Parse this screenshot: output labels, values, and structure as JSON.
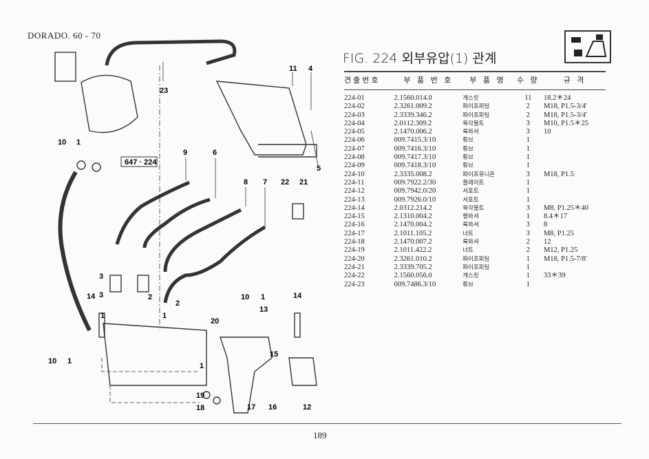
{
  "header": {
    "model": "DORADO. 60 - 70",
    "figure_title": "FIG. 224 외부유압(1) 관계"
  },
  "table": {
    "columns": [
      "견출번호",
      "부 품 번 호",
      "부 품 명",
      "수 량",
      "규  격"
    ],
    "rows": [
      [
        "224-01",
        "2.1560.014.0",
        "개스킷",
        "11",
        "18.2＊24"
      ],
      [
        "224-02",
        "2.3261.009.2",
        "파이프피팅",
        "2",
        "M18, P1.5-3/4'"
      ],
      [
        "224-03",
        "2.3339.346.2",
        "파이프피팅",
        "2",
        "M18, P1.5-3/4'"
      ],
      [
        "224-04",
        "2.0112.309.2",
        "육각볼트",
        "3",
        "M10, P1.5＊25"
      ],
      [
        "224-05",
        "2.1470.006.2",
        "록와셔",
        "3",
        "10"
      ],
      [
        "224-06",
        "009.7415.3/10",
        "튜브",
        "1",
        ""
      ],
      [
        "224-07",
        "009.7416.3/10",
        "튜브",
        "1",
        ""
      ],
      [
        "224-08",
        "009.7417.3/10",
        "튜브",
        "1",
        ""
      ],
      [
        "224-09",
        "009.7418.3/10",
        "튜브",
        "1",
        ""
      ],
      [
        "224-10",
        "2.3335.008.2",
        "파이프유니온",
        "3",
        "M18, P1.5"
      ],
      [
        "224-11",
        "009.7922.2/30",
        "플레이트",
        "1",
        ""
      ],
      [
        "224-12",
        "009.7942.0/20",
        "서포트",
        "1",
        ""
      ],
      [
        "224-13",
        "009.7926.0/10",
        "서포트",
        "1",
        ""
      ],
      [
        "224-14",
        "2.0312.214.2",
        "육각볼트",
        "3",
        "M8, P1.25＊40"
      ],
      [
        "224-15",
        "2.1310.004.2",
        "평와셔",
        "1",
        "8.4＊17"
      ],
      [
        "224-16",
        "2.1470.004.2",
        "록와셔",
        "3",
        "8"
      ],
      [
        "224-17",
        "2.1011.105.2",
        "너트",
        "3",
        "M8, P1.25"
      ],
      [
        "224-18",
        "2.1470.007.2",
        "록와셔",
        "2",
        "12"
      ],
      [
        "224-19",
        "2.1011.422.2",
        "너트",
        "2",
        "M12, P1.25"
      ],
      [
        "224-20",
        "2.3261.010.2",
        "파이프피팅",
        "1",
        "M18, P1.5-7/8'"
      ],
      [
        "224-21",
        "2.3339.705.2",
        "파이프피팅",
        "1",
        ""
      ],
      [
        "224-22",
        "2.1560.056.0",
        "개스킷",
        "1",
        "33＊39"
      ],
      [
        "224-23",
        "009.7486.3/10",
        "튜브",
        "1",
        ""
      ]
    ]
  },
  "diagram": {
    "ref_box": "647 · 224",
    "callouts": [
      "23",
      "11",
      "4",
      "5",
      "10",
      "1",
      "9",
      "6",
      "8",
      "7",
      "22",
      "21",
      "3",
      "2",
      "14",
      "20",
      "13",
      "15",
      "19",
      "18",
      "17",
      "16",
      "12",
      "10",
      "1",
      "10",
      "1",
      "3",
      "2",
      "1",
      "1",
      "1",
      "14"
    ]
  },
  "footer": {
    "page_number": "189"
  }
}
